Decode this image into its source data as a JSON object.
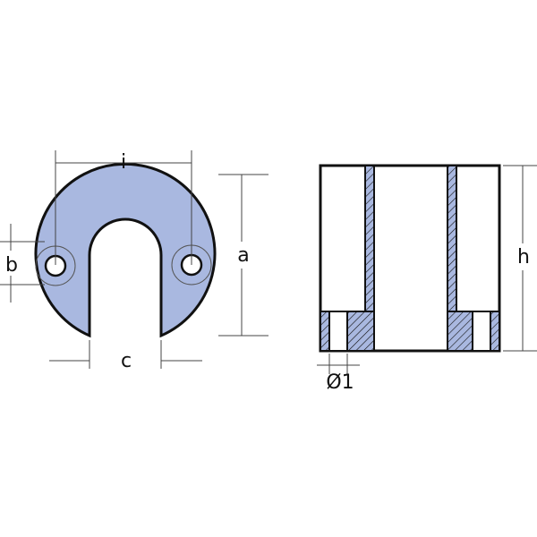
{
  "colors": {
    "anode_fill": "#a9b8e0",
    "outline": "#111111",
    "dimension_line": "#444444",
    "background": "#ffffff"
  },
  "labels": {
    "i": "i",
    "a": "a",
    "b": "b",
    "c": "c",
    "h": "h",
    "hole_diameter": "Ø1"
  }
}
